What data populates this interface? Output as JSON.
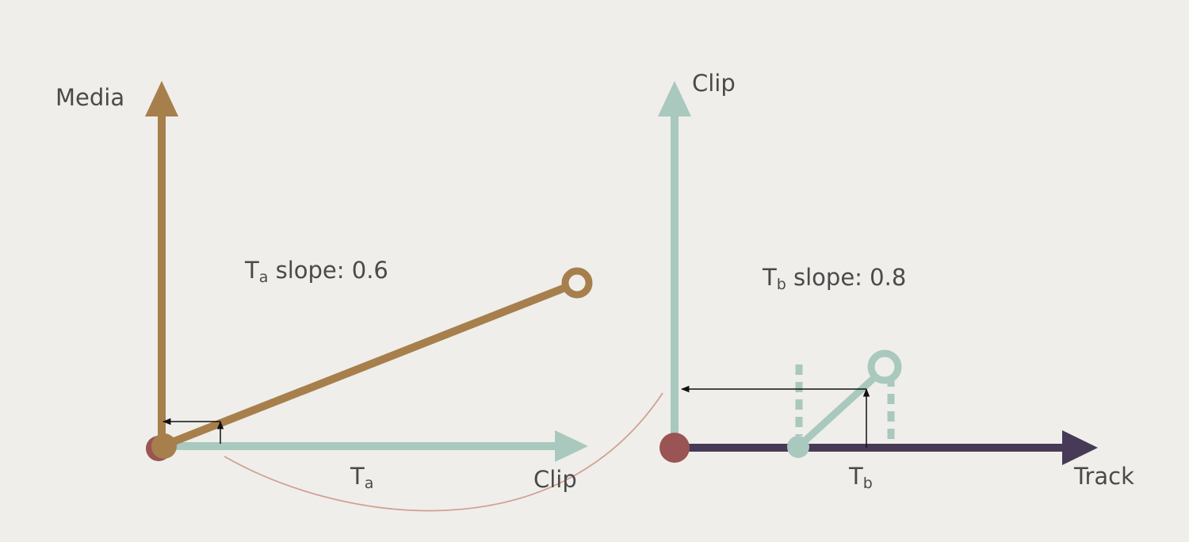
{
  "colors": {
    "background": "#efeeea",
    "media_brown": "#a77f4c",
    "clip_sage": "#a9c8be",
    "track_purple": "#473a57",
    "origin_red": "#9a5453",
    "connector_curve": "#d2a094",
    "arrow_black": "#111111"
  },
  "left_diagram": {
    "y_axis_label": "Media",
    "x_axis_label": "Clip",
    "slope_prefix": "T",
    "slope_sub": "a",
    "slope_rest": " slope: 0.6",
    "slope_value": 0.6,
    "t_label_main": "T",
    "t_label_sub": "a"
  },
  "right_diagram": {
    "y_axis_label": "Clip",
    "x_axis_label": "Track",
    "slope_prefix": "T",
    "slope_sub": "b",
    "slope_rest": " slope: 0.8",
    "slope_value": 0.8,
    "t_label_main": "T",
    "t_label_sub": "b"
  }
}
